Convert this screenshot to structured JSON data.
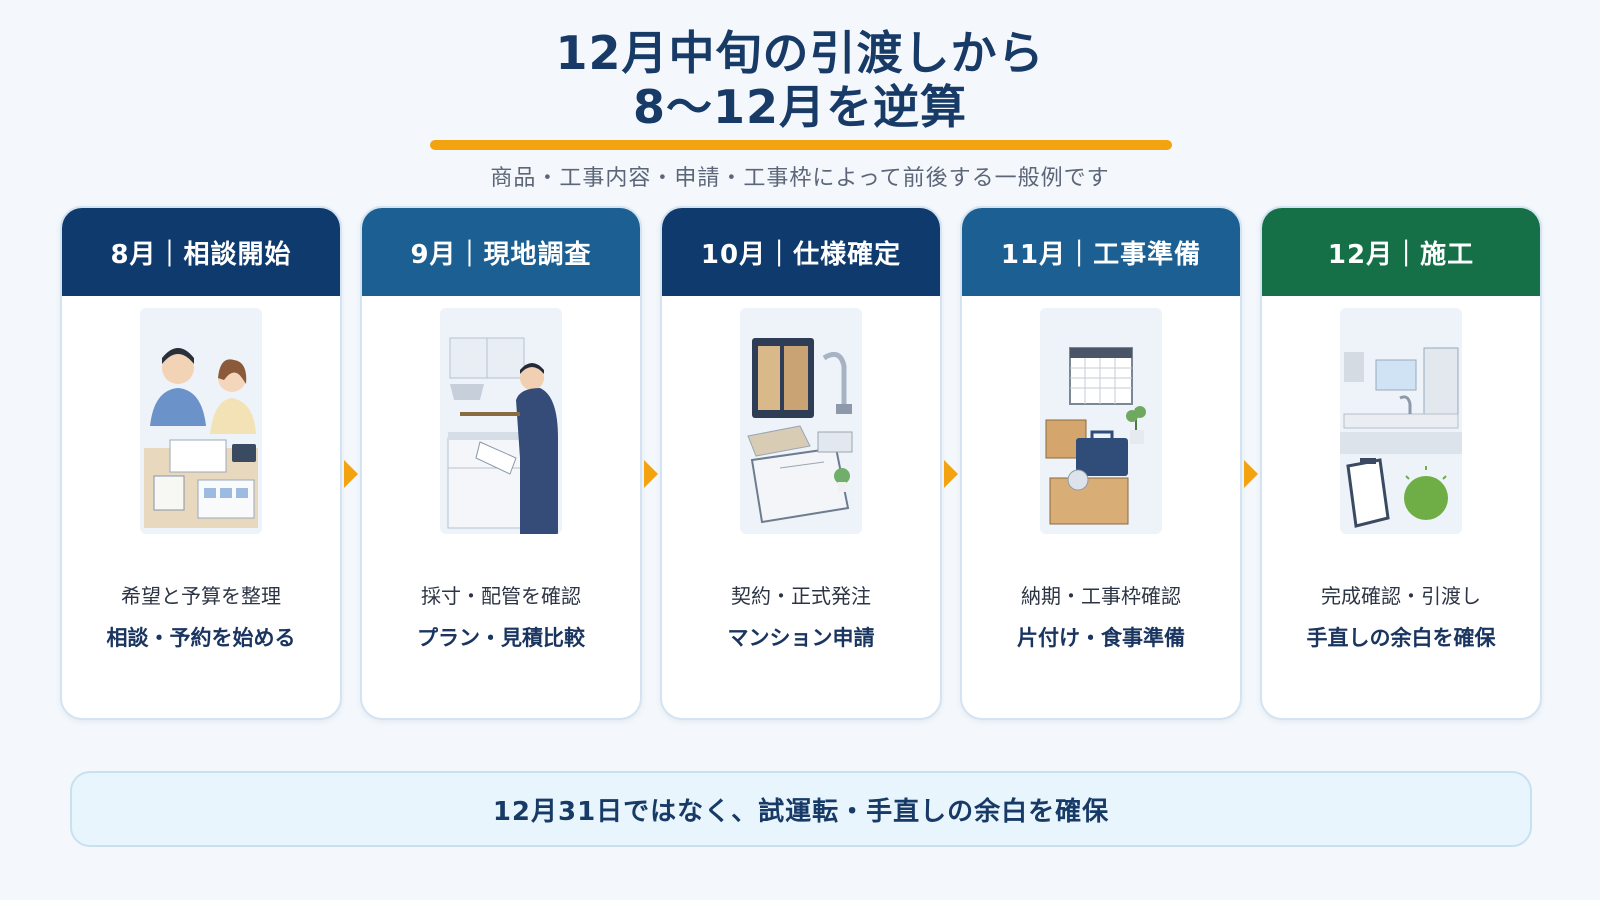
{
  "header": {
    "title_line1": "12月中旬の引渡しから",
    "title_line2": "8〜12月を逆算",
    "subtitle": "商品・工事内容・申請・工事枠によって前後する一般例です"
  },
  "colors": {
    "accent": "#f3a30f",
    "navy": "#0f3a6d",
    "blue": "#1c5f92",
    "green": "#157048"
  },
  "steps": [
    {
      "header": "8月｜相談開始",
      "icon": "couple-planning-icon",
      "sub": "希望と予算を整理",
      "main": "相談・予約を始める",
      "color": "#0f3a6d"
    },
    {
      "header": "9月｜現地調査",
      "icon": "site-survey-icon",
      "sub": "採寸・配管を確認",
      "main": "プラン・見積比較",
      "color": "#1c5f92"
    },
    {
      "header": "10月｜仕様確定",
      "icon": "spec-samples-icon",
      "sub": "契約・正式発注",
      "main": "マンション申請",
      "color": "#0f3a6d"
    },
    {
      "header": "11月｜工事準備",
      "icon": "preparation-boxes-icon",
      "sub": "納期・工事枠確認",
      "main": "片付け・食事準備",
      "color": "#1c5f92"
    },
    {
      "header": "12月｜施工",
      "icon": "finished-kitchen-icon",
      "sub": "完成確認・引渡し",
      "main": "手直しの余白を確保",
      "color": "#157048"
    }
  ],
  "footer": {
    "note": "12月31日ではなく、試運転・手直しの余白を確保"
  }
}
